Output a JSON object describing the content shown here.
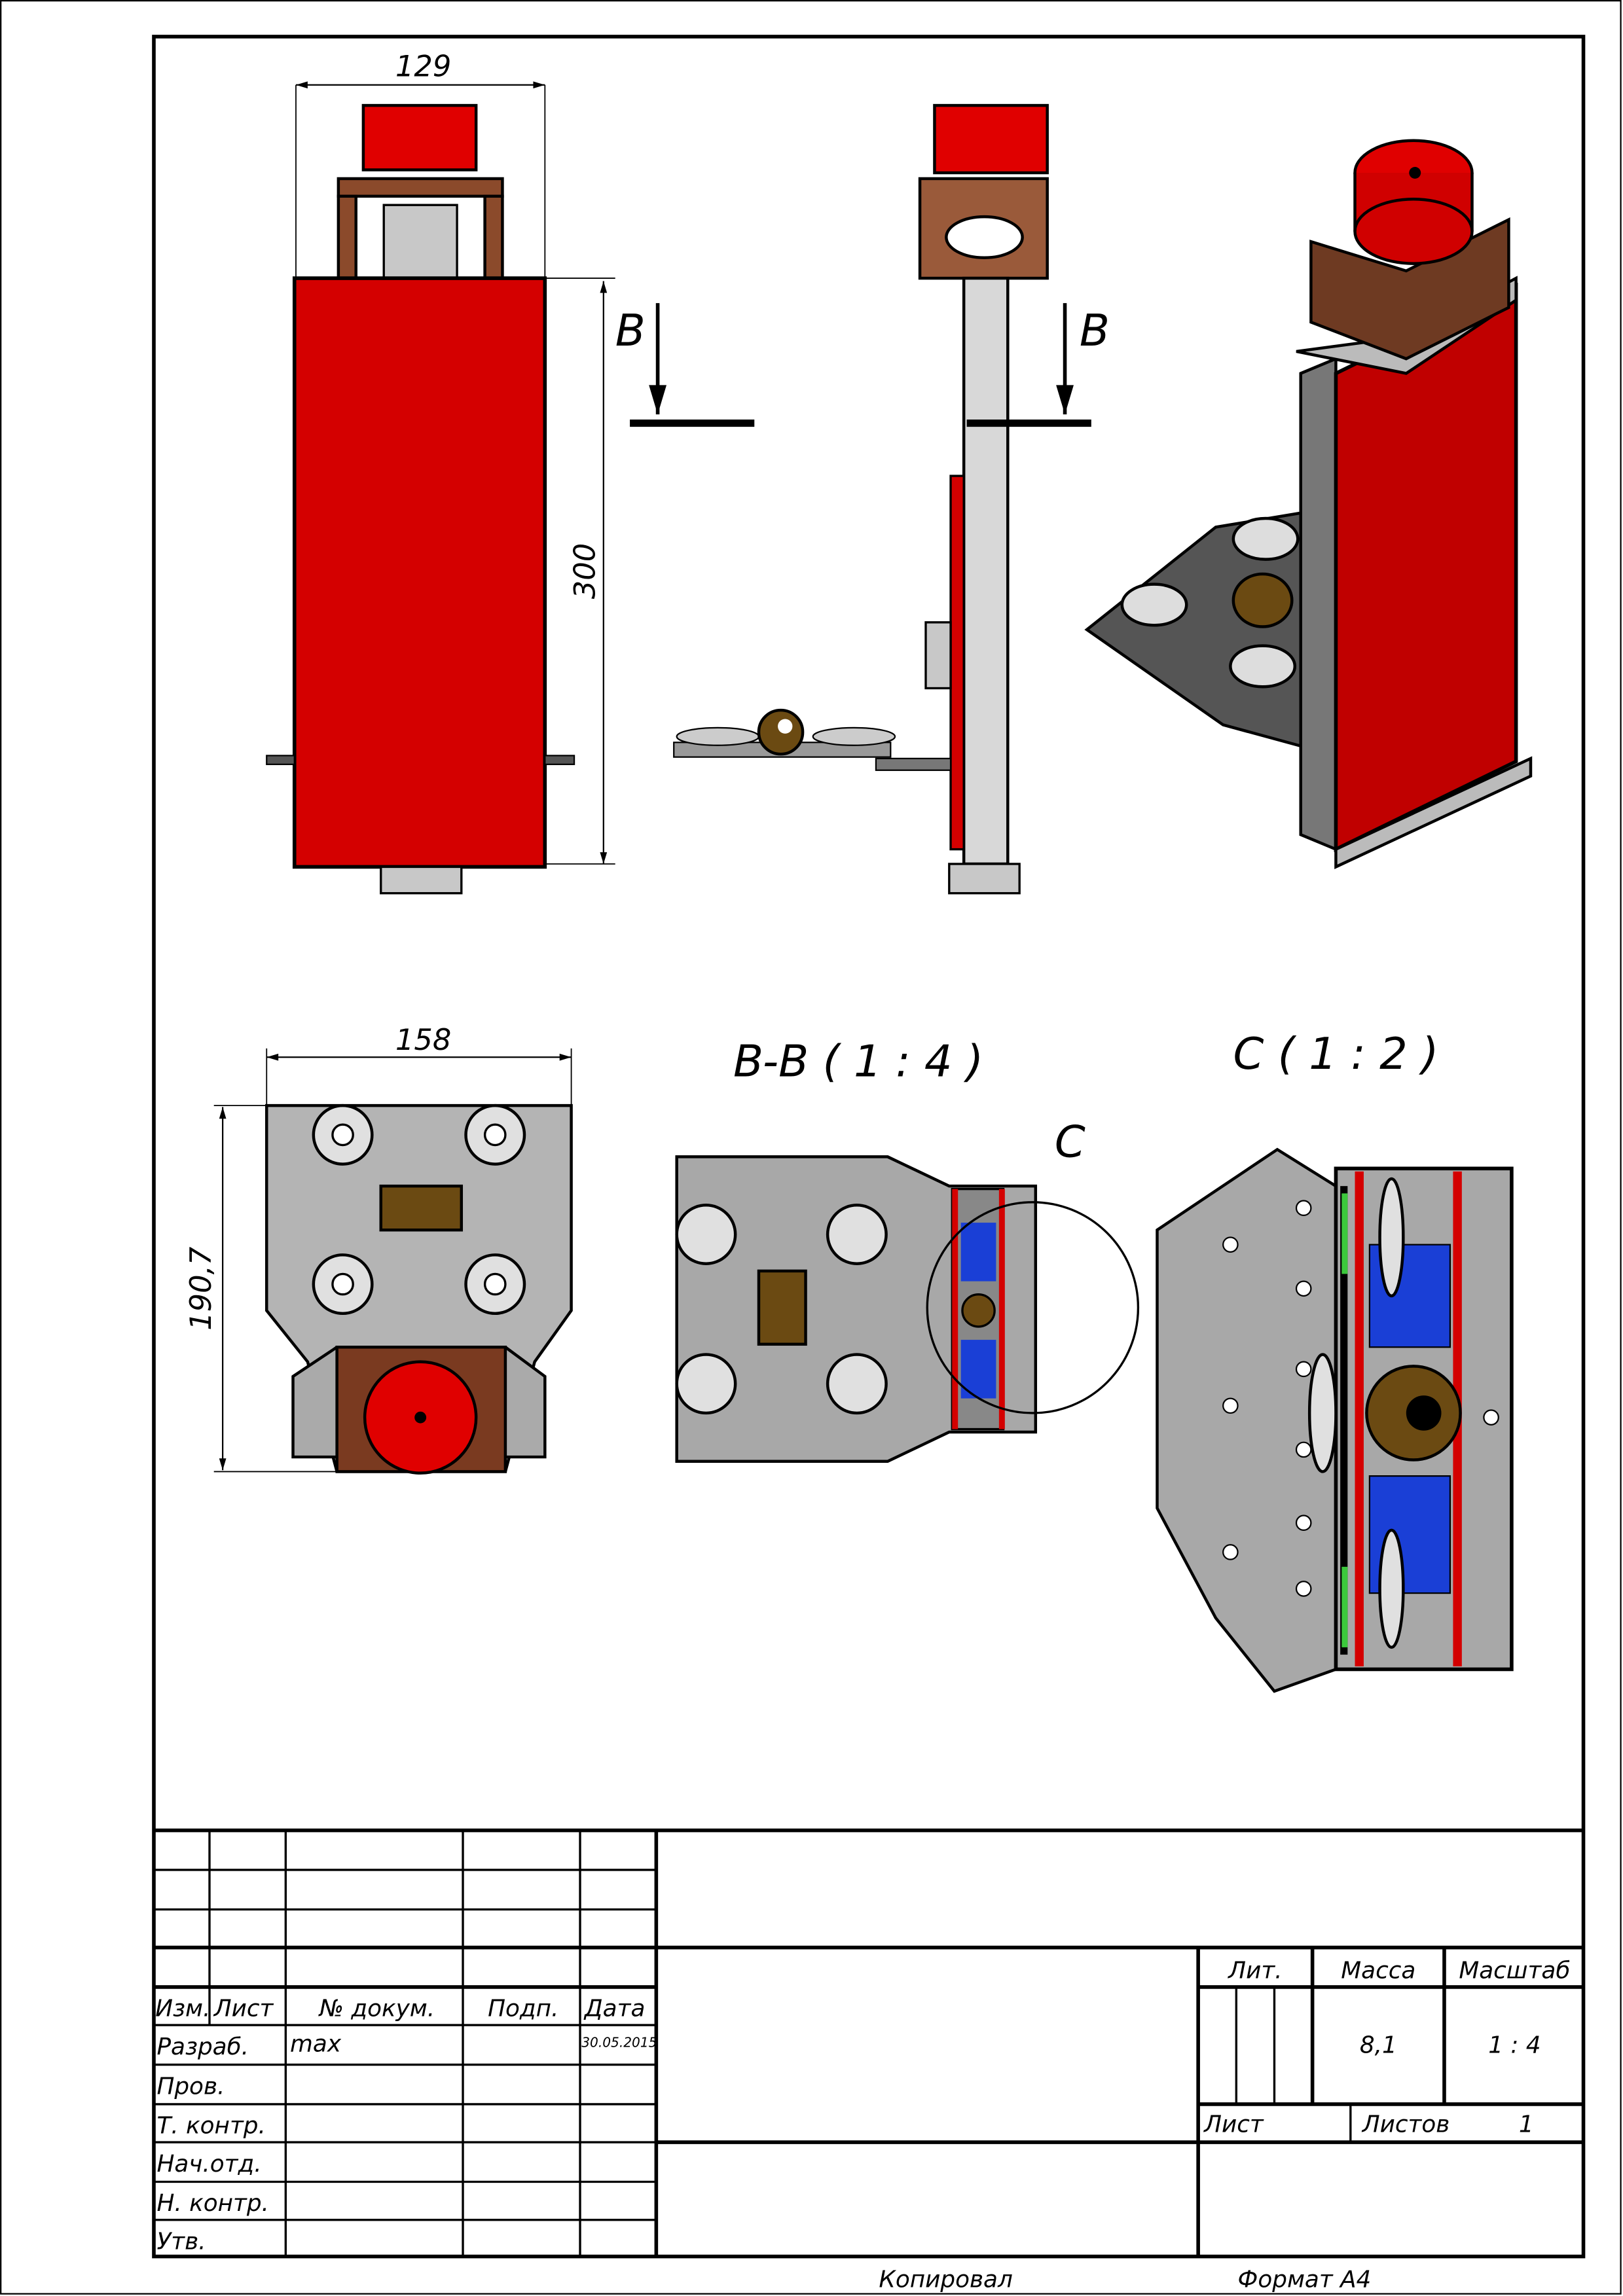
{
  "colors": {
    "body_red": "#d40000",
    "motor_red": "#e00000",
    "bracket_brown": "#8b4a2b",
    "steel_gray": "#b4b4b4",
    "light_gray": "#d8d8d8",
    "blue": "#1a3fd6",
    "bronze": "#6b4a12",
    "green": "#3cc83c"
  },
  "views": {
    "front": {
      "dim_width": "129",
      "dim_height": "300"
    },
    "side": {
      "section_mark_left": "B",
      "section_mark_right": "B"
    },
    "bottom": {
      "dim_width": "158",
      "dim_height": "190,7"
    },
    "section": {
      "title": "B-B ( 1 : 4 )",
      "detail_mark": "C"
    },
    "detail": {
      "title": "C ( 1 : 2 )"
    }
  },
  "title_block": {
    "headers": {
      "izm": "Изм.",
      "list": "Лист",
      "doc_no": "№ докум.",
      "sign": "Подп.",
      "date": "Дата"
    },
    "roles": [
      "Разраб.",
      "Пров.",
      "Т. контр.",
      "Нач.отд.",
      "Н. контр.",
      "Утв."
    ],
    "developer": "max",
    "date": "30.05.2015",
    "lit_label": "Лит.",
    "mass_label": "Масса",
    "scale_label": "Масштаб",
    "mass": "8,1",
    "scale": "1 : 4",
    "sheet_label": "Лист",
    "sheets_label": "Листов",
    "sheets": "1",
    "copied": "Копировал",
    "format": "Формат А4"
  }
}
